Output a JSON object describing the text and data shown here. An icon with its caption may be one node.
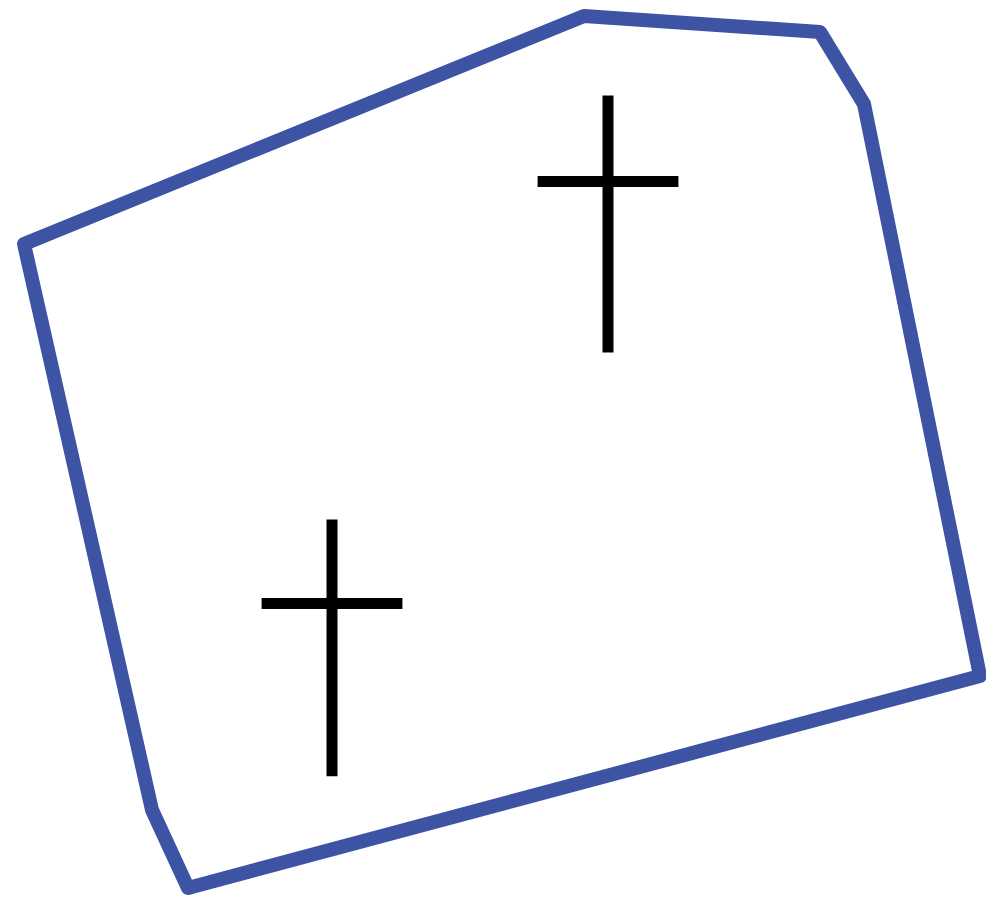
{
  "diagram": {
    "nodes": [
      {
        "text": [],
        "shape": "polygon"
      },
      {
        "text": [],
        "shape": "cross",
        "in": 0
      },
      {
        "text": [],
        "shape": "cross",
        "in": 0
      }
    ]
  }
}
